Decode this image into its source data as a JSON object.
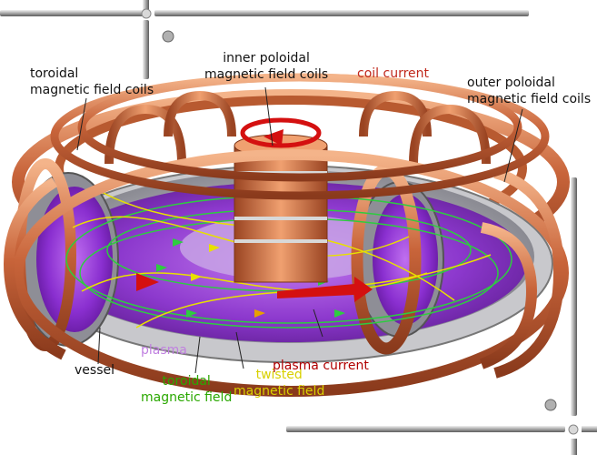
{
  "labels": {
    "toroidal_coils": [
      "toroidal",
      "magnetic field coils"
    ],
    "inner_poloidal": [
      "inner poloidal",
      "magnetic field coils"
    ],
    "coil_current": "coil current",
    "outer_poloidal": [
      "outer poloidal",
      "magnetic field coils"
    ],
    "vessel": "vessel",
    "plasma": "plasma",
    "toroidal_field": [
      "toroidal",
      "magnetic field"
    ],
    "twisted_field": [
      "twisted",
      "magnetic field"
    ],
    "plasma_current": "plasma current"
  },
  "colors": {
    "copper": "#c8643a",
    "copper_light": "#f0a070",
    "plasma": "#8a2fd0",
    "green_field": "#2ecc40",
    "yellow_field": "#e8e000",
    "red_arrow": "#d41010",
    "coil_current_text": "#c0281c",
    "plasma_text": "#c080e0",
    "toroidal_text": "#2aa800",
    "twisted_text": "#d8d000",
    "plasma_current_text": "#b00000"
  },
  "icons": [
    "coil-current-arrow-icon",
    "plasma-current-arrow-icon",
    "field-arrow-icon"
  ]
}
